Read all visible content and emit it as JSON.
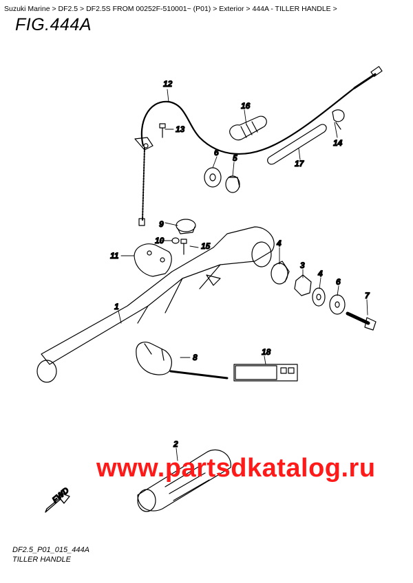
{
  "breadcrumb": {
    "items": [
      "Suzuki Marine",
      "DF2.5",
      "DF2.5S FROM 00252F-510001~ (P01)",
      "Exterior",
      "444A - TILLER HANDLE"
    ],
    "separator": " > "
  },
  "figure": {
    "title": "FIG.444A",
    "code": "DF2.5_P01_015_444A",
    "name": "TILLER HANDLE"
  },
  "callouts": [
    "1",
    "2",
    "3",
    "4",
    "5",
    "6",
    "4",
    "6",
    "7",
    "8",
    "9",
    "10",
    "11",
    "12",
    "13",
    "14",
    "15",
    "16",
    "17",
    "18"
  ],
  "watermark": "www.partsdkatalog.ru",
  "fwd_label": "FWD",
  "colors": {
    "watermark": "#ff1a1a",
    "line": "#000000",
    "background": "#ffffff"
  }
}
